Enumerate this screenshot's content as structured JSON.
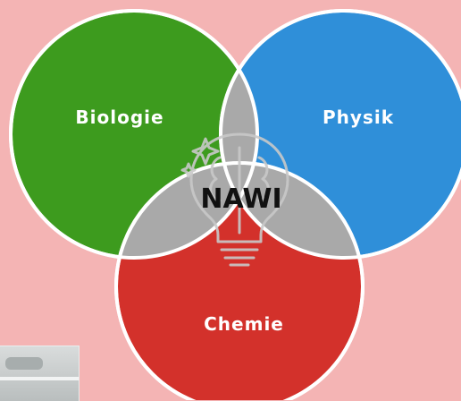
{
  "diagram": {
    "center": "NAWI",
    "sets": [
      {
        "key": "biologie",
        "label": "Biologie",
        "color": "#3d9b1e"
      },
      {
        "key": "physik",
        "label": "Physik",
        "color": "#2f8fd9"
      },
      {
        "key": "chemie",
        "label": "Chemie",
        "color": "#d3312b"
      }
    ],
    "overlap_color": "#a9a9a9",
    "center_icon": "brain-lightbulb-icon"
  }
}
